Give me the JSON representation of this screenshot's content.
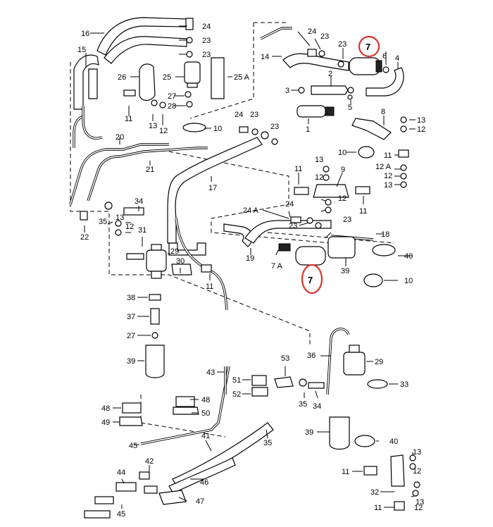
{
  "diagram": {
    "highlight_color": "#d9342b",
    "labels": {
      "l16": "16",
      "l15": "15",
      "l24a": "24",
      "l23a": "23",
      "l23b": "23",
      "l26": "26",
      "l25": "25",
      "l25A": "25 A",
      "l27": "27",
      "l28": "28",
      "l11a": "11",
      "l13a": "13",
      "l12a": "12",
      "l10a": "10",
      "l24b": "24",
      "l23c": "23",
      "l23d": "23",
      "l14": "14",
      "l24c": "24",
      "l23e": "23",
      "l23f": "23",
      "l7top": "7",
      "l6": "6",
      "l4": "4",
      "l2": "2",
      "l3": "3",
      "l5": "5",
      "l1": "1",
      "l8": "8",
      "l13b": "13",
      "l12b": "12",
      "l10b": "10",
      "l11b": "11",
      "l12A": "12 A",
      "l12c": "12",
      "l13c": "13",
      "l20": "20",
      "l21": "21",
      "l17": "17",
      "l22": "22",
      "l34a": "34",
      "l35a": "35",
      "l13d": "13",
      "l12d": "12",
      "l31": "31",
      "l29a": "29",
      "l30": "30",
      "l11c": "11",
      "l24A": "24 A",
      "l24d": "24",
      "l23g": "23",
      "l23h": "23",
      "l11d": "11",
      "l13e": "13",
      "l12e": "12",
      "l9": "9",
      "l12f": "12",
      "l11e": "11",
      "l18": "18",
      "l19": "19",
      "l7A": "7 A",
      "l7mid": "7",
      "l39a": "39",
      "l40a": "40",
      "l10c": "10",
      "l38": "38",
      "l37": "37",
      "l27b": "27",
      "l39b": "39",
      "l43": "43",
      "l51": "51",
      "l52": "52",
      "l48a": "48",
      "l50": "50",
      "l48b": "48",
      "l49": "49",
      "l45a": "45",
      "l41": "41",
      "l35b": "35",
      "l44": "44",
      "l42": "42",
      "l46": "46",
      "l45b": "45",
      "l47": "47",
      "l53": "53",
      "l35c": "35",
      "l34b": "34",
      "l36": "36",
      "l29b": "29",
      "l33": "33",
      "l39c": "39",
      "l40b": "40",
      "l13f": "13",
      "l12g": "12",
      "l11f": "11",
      "l32": "32",
      "l13g": "13",
      "l11g": "11",
      "l12h": "12"
    }
  }
}
